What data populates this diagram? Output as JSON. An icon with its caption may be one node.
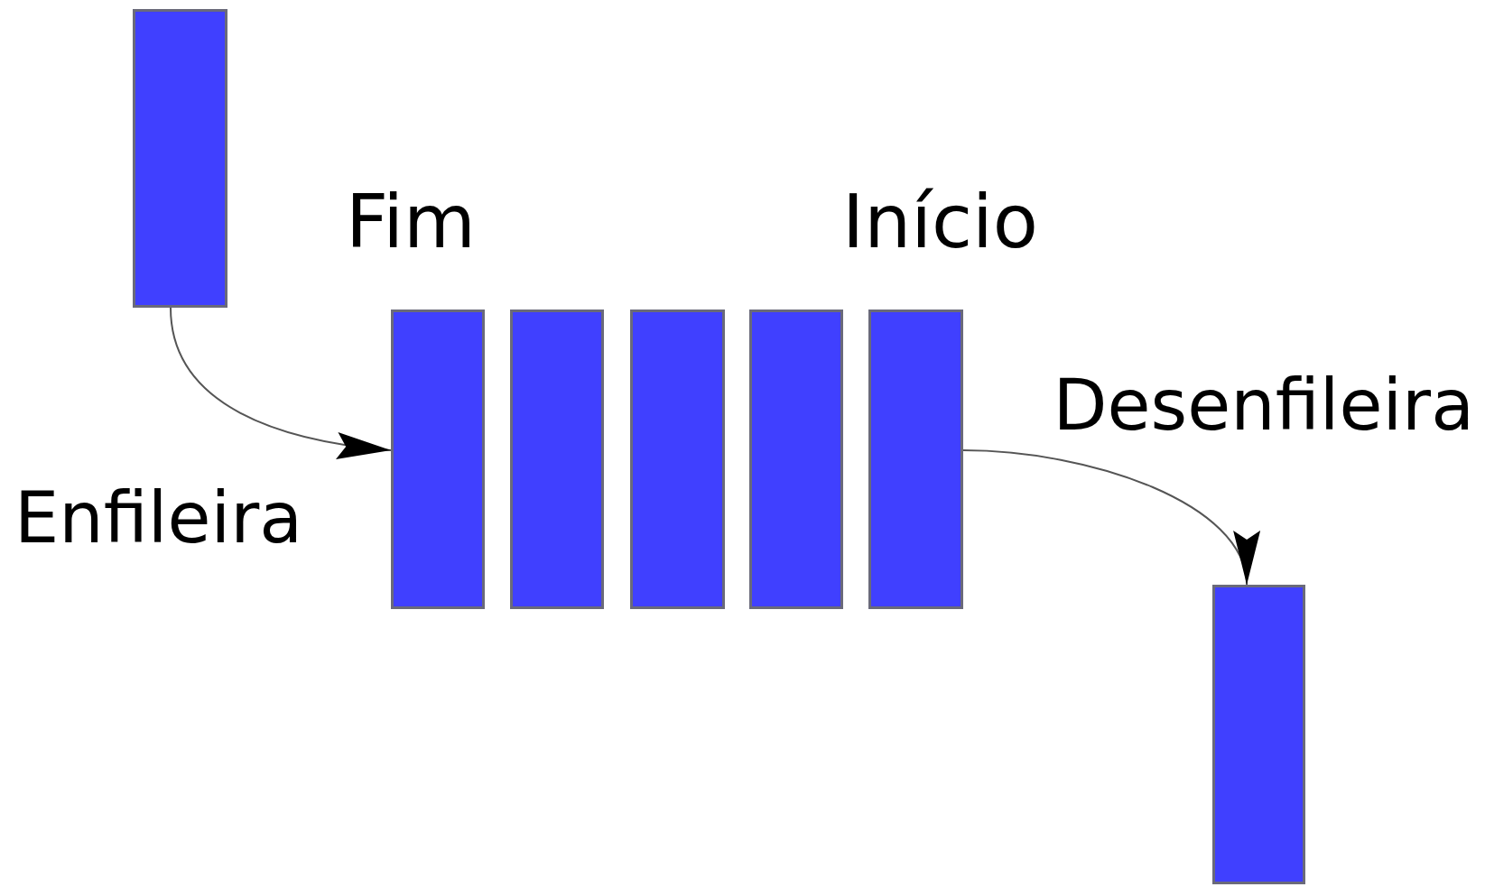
{
  "diagram": {
    "nodes": [
      {
        "text": [],
        "shape": "box"
      },
      {
        "text": [],
        "shape": "box",
        "beside": [
          "Fim"
        ]
      },
      {
        "text": [],
        "shape": "box"
      },
      {
        "text": [],
        "shape": "box"
      },
      {
        "text": [],
        "shape": "box"
      },
      {
        "text": [],
        "shape": "box",
        "beside": [
          "Início"
        ]
      },
      {
        "text": [],
        "shape": "box"
      }
    ],
    "edges": [
      {
        "from": 0,
        "to": 1,
        "arrow": "to",
        "label": "Enfileira"
      },
      {
        "from": 5,
        "to": 6,
        "arrow": "to",
        "label": "Desenfileira"
      }
    ]
  }
}
